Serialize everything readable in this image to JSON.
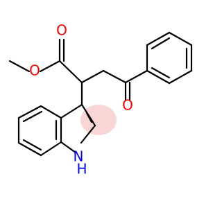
{
  "molecule": {
    "atoms": {
      "ester_carbonyl_oxygen": "O",
      "ester_single_oxygen": "O",
      "ketone_oxygen": "O",
      "indole_nitrogen": "N",
      "indole_hydrogen": "H"
    },
    "colors": {
      "bond": "#000000",
      "oxygen": "#ff0000",
      "nitrogen": "#0000ff",
      "aromatic_highlight": "#f4a0a0"
    }
  }
}
